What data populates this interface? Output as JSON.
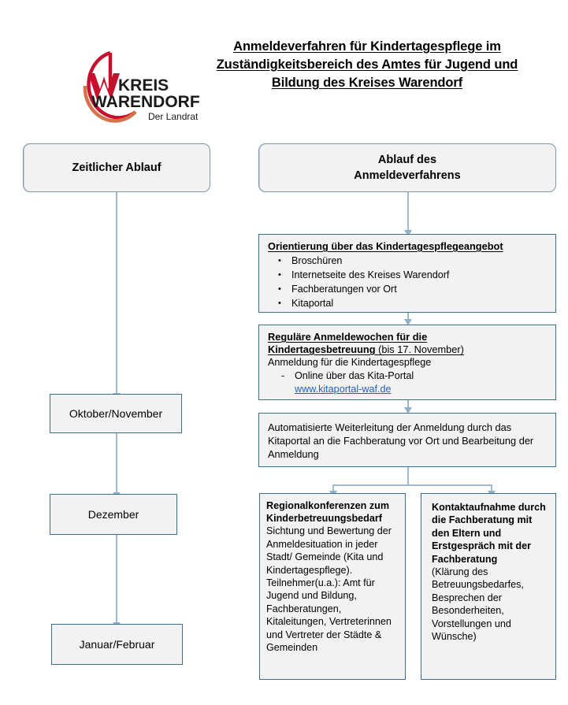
{
  "document": {
    "title_lines": [
      "Anmeldeverfahren für Kindertagespflege im",
      "Zuständigkeitsbereich des Amtes für Jugend und",
      "Bildung des Kreises Warendorf"
    ],
    "logo": {
      "name": "kreis-warendorf-logo",
      "line1": "KREIS",
      "line2": "WARENDORF",
      "tagline": "Der Landrat",
      "arc_color": "#C8102E",
      "arc_color_bottom": "#D4734A",
      "w_color": "#C8102E",
      "text_color": "#1A1A1A"
    }
  },
  "columns": {
    "left_header": "Zeitlicher Ablauf",
    "right_header_line1": "Ablauf des",
    "right_header_line2": "Anmeldeverfahrens"
  },
  "timeline": [
    {
      "label": "Oktober/November"
    },
    {
      "label": "Dezember"
    },
    {
      "label": "Januar/Februar"
    }
  ],
  "steps": {
    "orientierung": {
      "heading": "Orientierung über das Kindertagespflegeangebot",
      "bullets": [
        "Broschüren",
        "Internetseite des Kreises Warendorf",
        "Fachberatungen vor Ort",
        "Kitaportal"
      ]
    },
    "anmeldewochen": {
      "heading_bold_1": "Reguläre Anmeldewochen für die",
      "heading_bold_2": "Kindertagesbetreuung",
      "heading_note": " (bis 17. November)",
      "subline": "Anmeldung für die Kindertagespflege",
      "dash_item": "Online über das Kita-Portal",
      "link_text": "www.kitaportal-waf.de",
      "link_color": "#1F5FBF"
    },
    "weiterleitung": {
      "text": "Automatisierte Weiterleitung der Anmeldung durch das Kitaportal an die Fachberatung vor Ort und Bearbeitung der Anmeldung"
    },
    "regionalkonferenzen": {
      "heading_line1": "Regionalkonferenzen zum",
      "heading_line2": "Kinderbetreuungsbedarf",
      "body": "Sichtung und Bewertung der Anmeldesituation in jeder Stadt/ Gemeinde (Kita und Kindertagespflege). Teilnehmer(u.a.): Amt für Jugend und Bildung, Fachberatungen, Kitaleitungen, Vertreterinnen und Vertreter der Städte & Gemeinden"
    },
    "kontaktaufnahme": {
      "heading": "Kontaktaufnahme durch die Fachberatung mit den Eltern und Erstgespräch mit der Fachberatung",
      "body": "(Klärung des Betreuungsbedarfes, Besprechen der Besonderheiten, Vorstellungen und Wünsche)"
    }
  },
  "theme": {
    "box_fill": "#F2F2F2",
    "box_border": "#3E6E8E",
    "rounded_border": "#7C96B0",
    "connector": "#9DB9D6",
    "arrow": "#8FAFD0"
  }
}
